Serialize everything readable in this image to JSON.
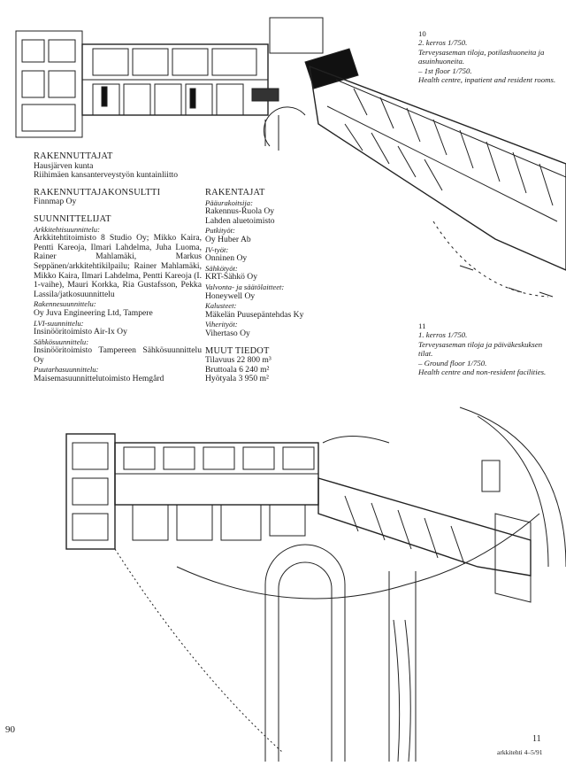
{
  "credits_left": {
    "rakennuttajat": {
      "heading": "RAKENNUTTAJAT",
      "lines": [
        "Hausjärven kunta",
        "Riihimäen kansanterveystyön kuntainliitto"
      ]
    },
    "konsultti": {
      "heading": "RAKENNUTTAJAKONSULTTI",
      "lines": [
        "Finnmap Oy"
      ]
    },
    "suunnittelijat": {
      "heading": "SUUNNITTELIJAT",
      "arkkitehti_label": "Arkkitehtisuunnittelu:",
      "arkkitehti_text": "Arkkitehtitoimisto 8 Studio Oy; Mikko Kaira, Pentti Kareoja, Ilmari Lahdelma, Juha Luoma, Rainer Mahlamäki, Markus Seppänen/arkkitehtikilpailu; Rainer Mahlamäki, Mikko Kaira, Ilmari Lahdelma, Pentti Kareoja (I. 1-vaihe), Mauri Korkka, Ria Gustafsson, Pekka Lassila/jatkosuunnittelu",
      "rakenne_label": "Rakennesuunnittelu:",
      "rakenne_text": "Oy Juva Engineering Ltd, Tampere",
      "lvi_label": "LVI-suunnittelu:",
      "lvi_text": "Insinööritoimisto Air-Ix Oy",
      "sahko_label": "Sähkösuunnittelu:",
      "sahko_text": "Insinööritoimisto Tampereen Sähkösuunnittelu Oy",
      "puutarha_label": "Puutarhasuunnittelu:",
      "puutarha_text": "Maisemasuunnittelutoimisto Hemgård"
    }
  },
  "credits_right": {
    "rakentajat": {
      "heading": "RAKENTAJAT",
      "items": [
        {
          "label": "Pääurakoitsija:",
          "lines": [
            "Rakennus-Ruola Oy",
            "Lahden aluetoimisto"
          ]
        },
        {
          "label": "Putkityöt:",
          "lines": [
            "Oy Huber Ab"
          ]
        },
        {
          "label": "IV-työt:",
          "lines": [
            "Onninen Oy"
          ]
        },
        {
          "label": "Sähkötyöt:",
          "lines": [
            "KRT-Sähkö Oy"
          ]
        },
        {
          "label": "Valvonta- ja säätölaitteet:",
          "lines": [
            "Honeywell Oy"
          ]
        },
        {
          "label": "Kalusteet:",
          "lines": [
            "Mäkelän Puusepäntehdas Ky"
          ]
        },
        {
          "label": "Viherityöt:",
          "lines": [
            "Vihertaso Oy"
          ]
        }
      ]
    },
    "muut": {
      "heading": "MUUT TIEDOT",
      "lines": [
        "Tilavuus 22 800 m³",
        "Bruttoala 6 240 m²",
        "Hyötyala 3 950 m²"
      ]
    }
  },
  "caption_10": {
    "number": "10",
    "lines": [
      "2. kerros 1/750.",
      "Terveysaseman tiloja, potilashuoneita ja asuinhuoneita.",
      "– 1st floor 1/750.",
      "Health centre, inpatient and resident rooms."
    ]
  },
  "caption_11": {
    "number": "11",
    "lines": [
      "1. kerros 1/750.",
      "Terveysaseman tiloja ja päiväkeskuksen tilat.",
      "– Ground floor 1/750.",
      "Health centre and non-resident facilities."
    ]
  },
  "folio_left": "90",
  "folio_right": "11",
  "footer": "arkkitehti 4–5/91"
}
